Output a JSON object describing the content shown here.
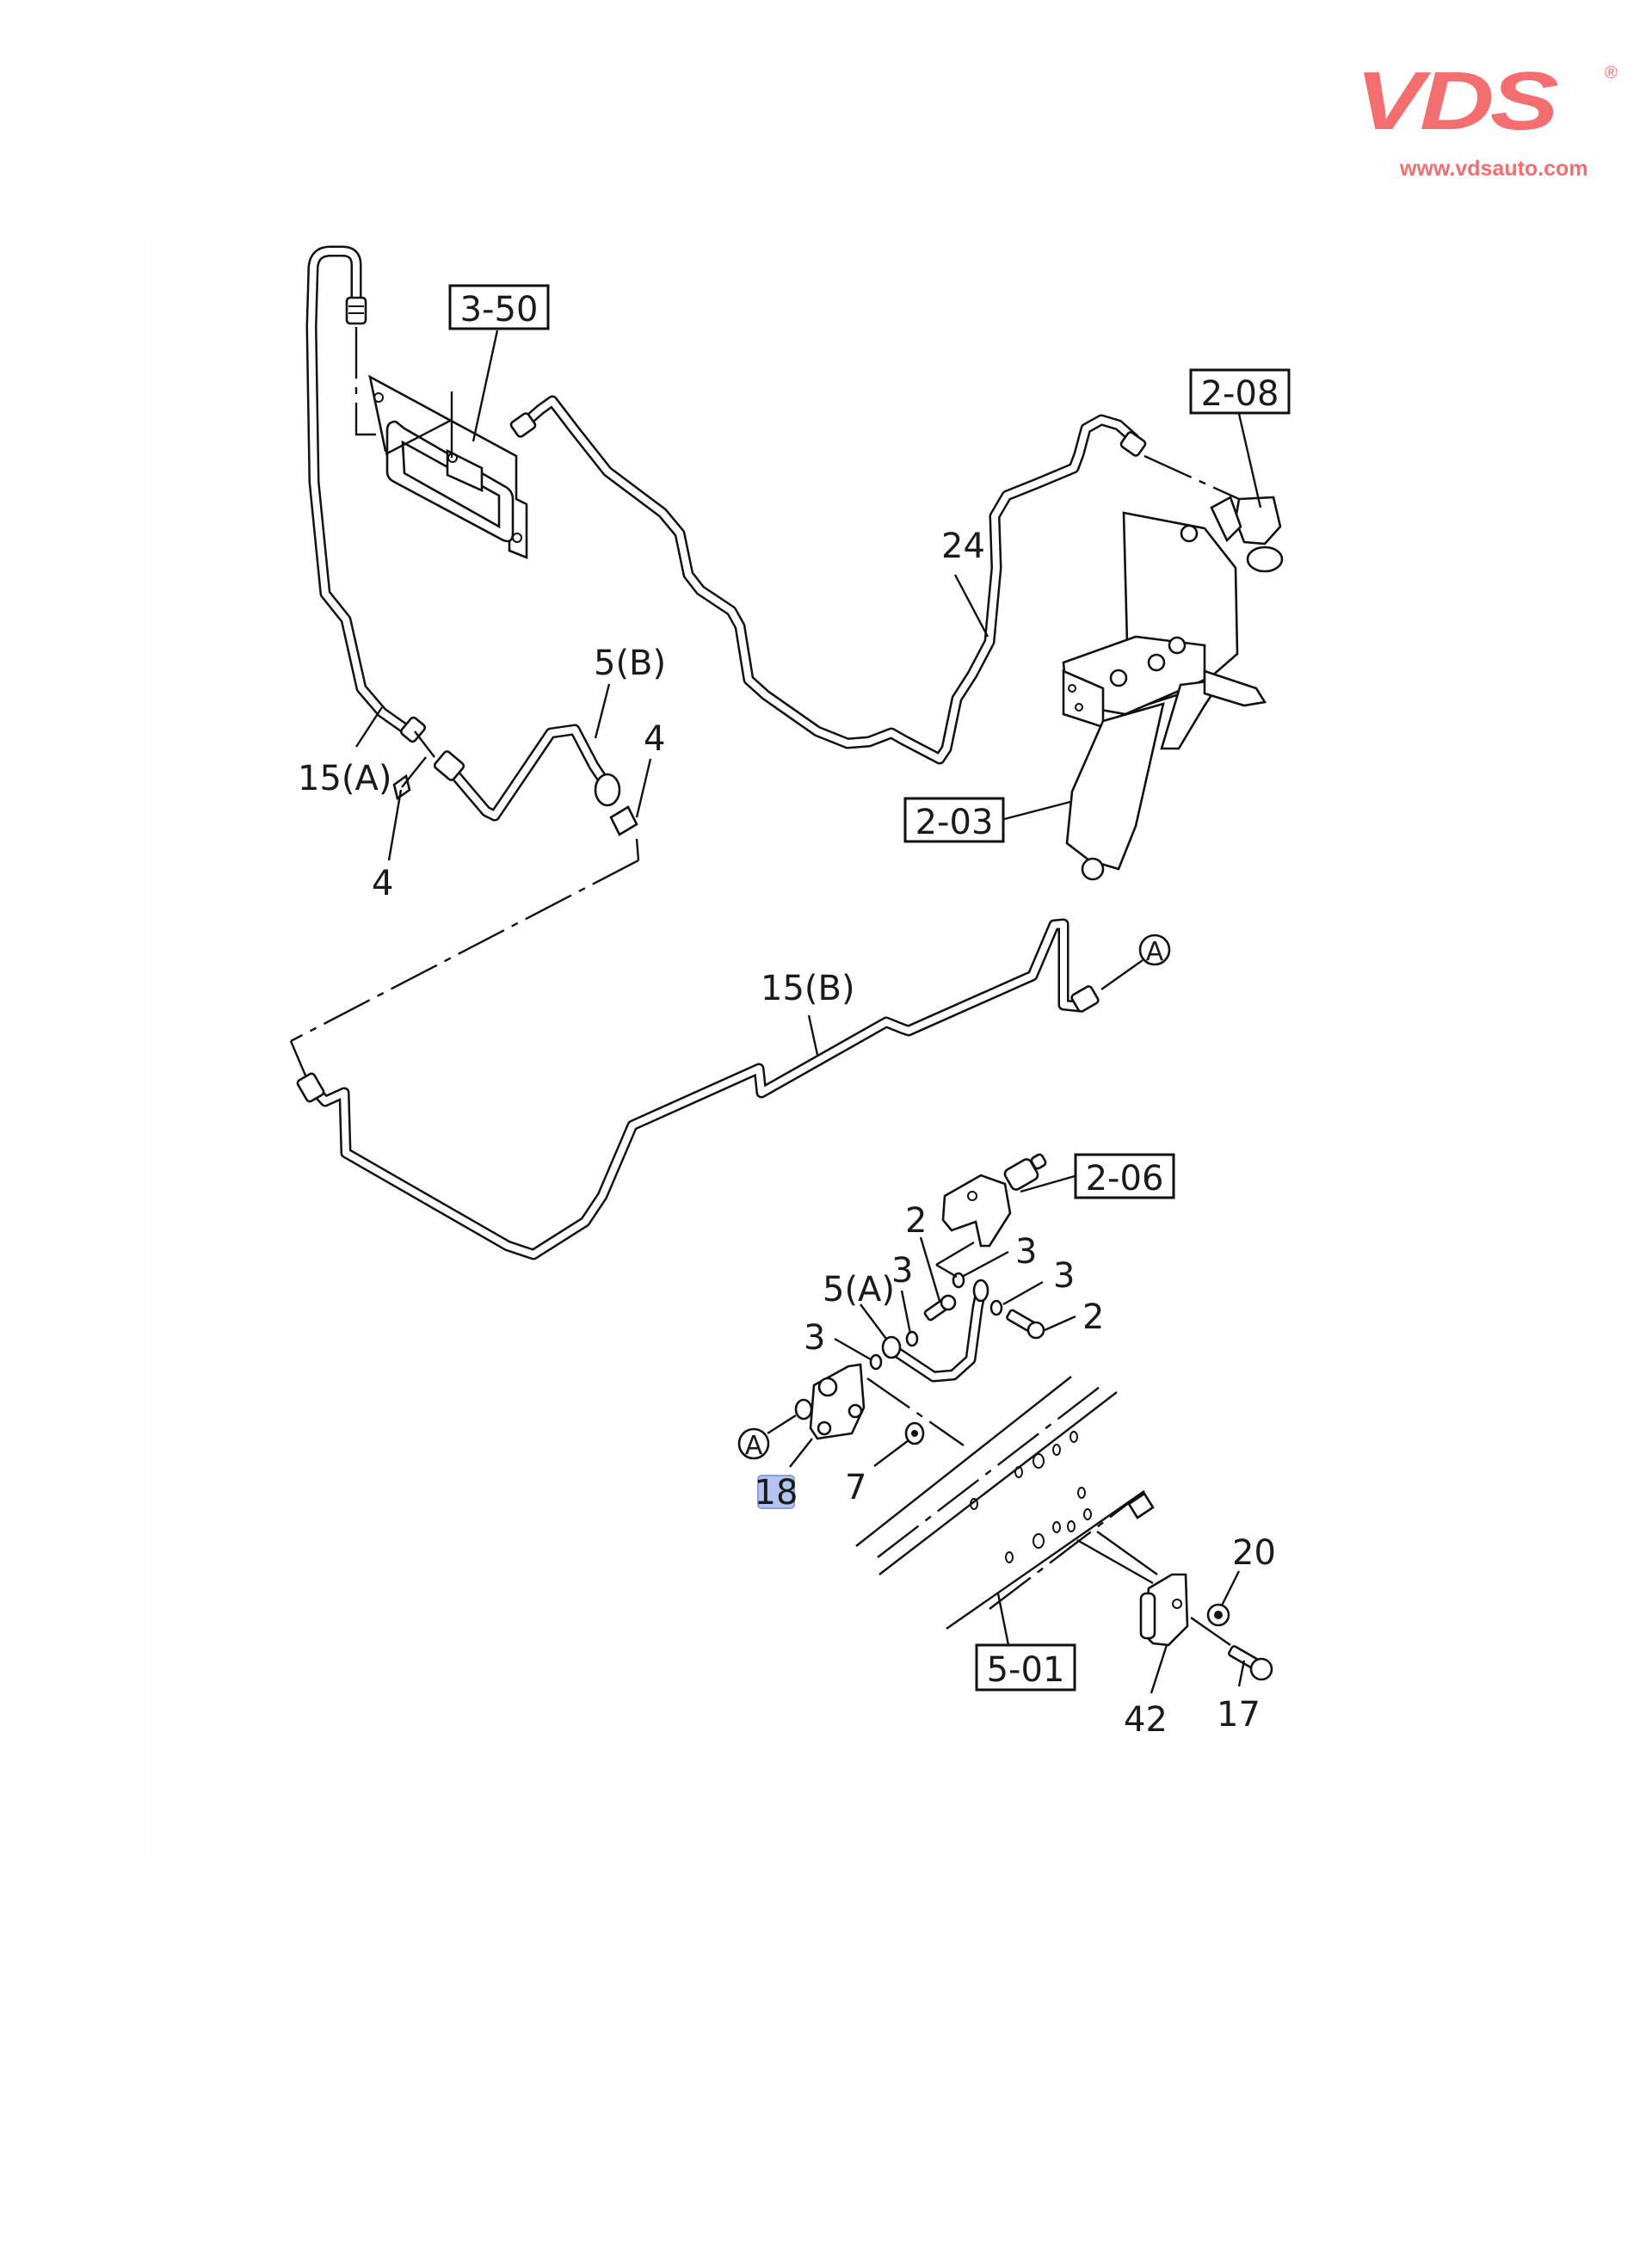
{
  "watermark": {
    "brand": "VDS",
    "registered_mark": "®",
    "url": "www.vdsauto.com",
    "color": "#f46e70"
  },
  "diagram": {
    "type": "exploded parts diagram",
    "highlight_color": "#b4c4ee",
    "reference_boxes": [
      {
        "id": "ref-3-50",
        "label": "3-50"
      },
      {
        "id": "ref-2-08",
        "label": "2-08"
      },
      {
        "id": "ref-2-03",
        "label": "2-03"
      },
      {
        "id": "ref-2-06",
        "label": "2-06"
      },
      {
        "id": "ref-5-01",
        "label": "5-01"
      }
    ],
    "callouts": [
      {
        "id": "c-24",
        "label": "24"
      },
      {
        "id": "c-5b",
        "label": "5(B)"
      },
      {
        "id": "c-4a",
        "label": "4"
      },
      {
        "id": "c-15a",
        "label": "15(A)"
      },
      {
        "id": "c-4b",
        "label": "4"
      },
      {
        "id": "c-15b",
        "label": "15(B)"
      },
      {
        "id": "c-2a",
        "label": "2"
      },
      {
        "id": "c-3a",
        "label": "3"
      },
      {
        "id": "c-5a",
        "label": "5(A)"
      },
      {
        "id": "c-3b",
        "label": "3"
      },
      {
        "id": "c-3c",
        "label": "3"
      },
      {
        "id": "c-3d",
        "label": "3"
      },
      {
        "id": "c-2b",
        "label": "2"
      },
      {
        "id": "c-7",
        "label": "7"
      },
      {
        "id": "c-18",
        "label": "18",
        "highlighted": true
      },
      {
        "id": "c-20",
        "label": "20"
      },
      {
        "id": "c-42",
        "label": "42"
      },
      {
        "id": "c-17",
        "label": "17"
      }
    ],
    "connectors": [
      {
        "id": "conn-a-top",
        "label": "A"
      },
      {
        "id": "conn-a-bottom",
        "label": "A"
      }
    ]
  }
}
